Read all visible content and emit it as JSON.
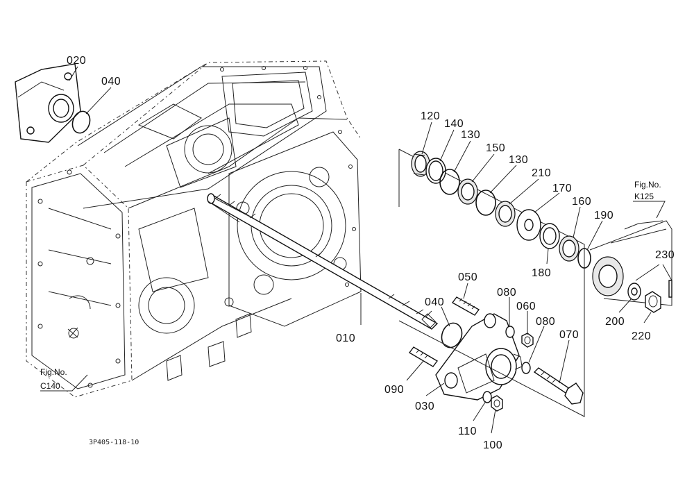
{
  "diagram": {
    "ref_code": "3P405-118-10",
    "figure_refs": [
      {
        "id": "c140",
        "line1": "Fig.No.",
        "line2": "C140"
      },
      {
        "id": "k125",
        "line1": "Fig.No.",
        "line2": "K125"
      }
    ],
    "callouts": [
      {
        "id": "020",
        "label": "020"
      },
      {
        "id": "040a",
        "label": "040"
      },
      {
        "id": "120",
        "label": "120"
      },
      {
        "id": "140",
        "label": "140"
      },
      {
        "id": "130a",
        "label": "130"
      },
      {
        "id": "150",
        "label": "150"
      },
      {
        "id": "130b",
        "label": "130"
      },
      {
        "id": "210",
        "label": "210"
      },
      {
        "id": "170",
        "label": "170"
      },
      {
        "id": "160",
        "label": "160"
      },
      {
        "id": "190",
        "label": "190"
      },
      {
        "id": "180",
        "label": "180"
      },
      {
        "id": "230",
        "label": "230"
      },
      {
        "id": "200",
        "label": "200"
      },
      {
        "id": "220",
        "label": "220"
      },
      {
        "id": "050",
        "label": "050"
      },
      {
        "id": "080a",
        "label": "080"
      },
      {
        "id": "060",
        "label": "060"
      },
      {
        "id": "080b",
        "label": "080"
      },
      {
        "id": "070",
        "label": "070"
      },
      {
        "id": "040b",
        "label": "040"
      },
      {
        "id": "010",
        "label": "010"
      },
      {
        "id": "090",
        "label": "090"
      },
      {
        "id": "030",
        "label": "030"
      },
      {
        "id": "110",
        "label": "110"
      },
      {
        "id": "100",
        "label": "100"
      }
    ]
  }
}
